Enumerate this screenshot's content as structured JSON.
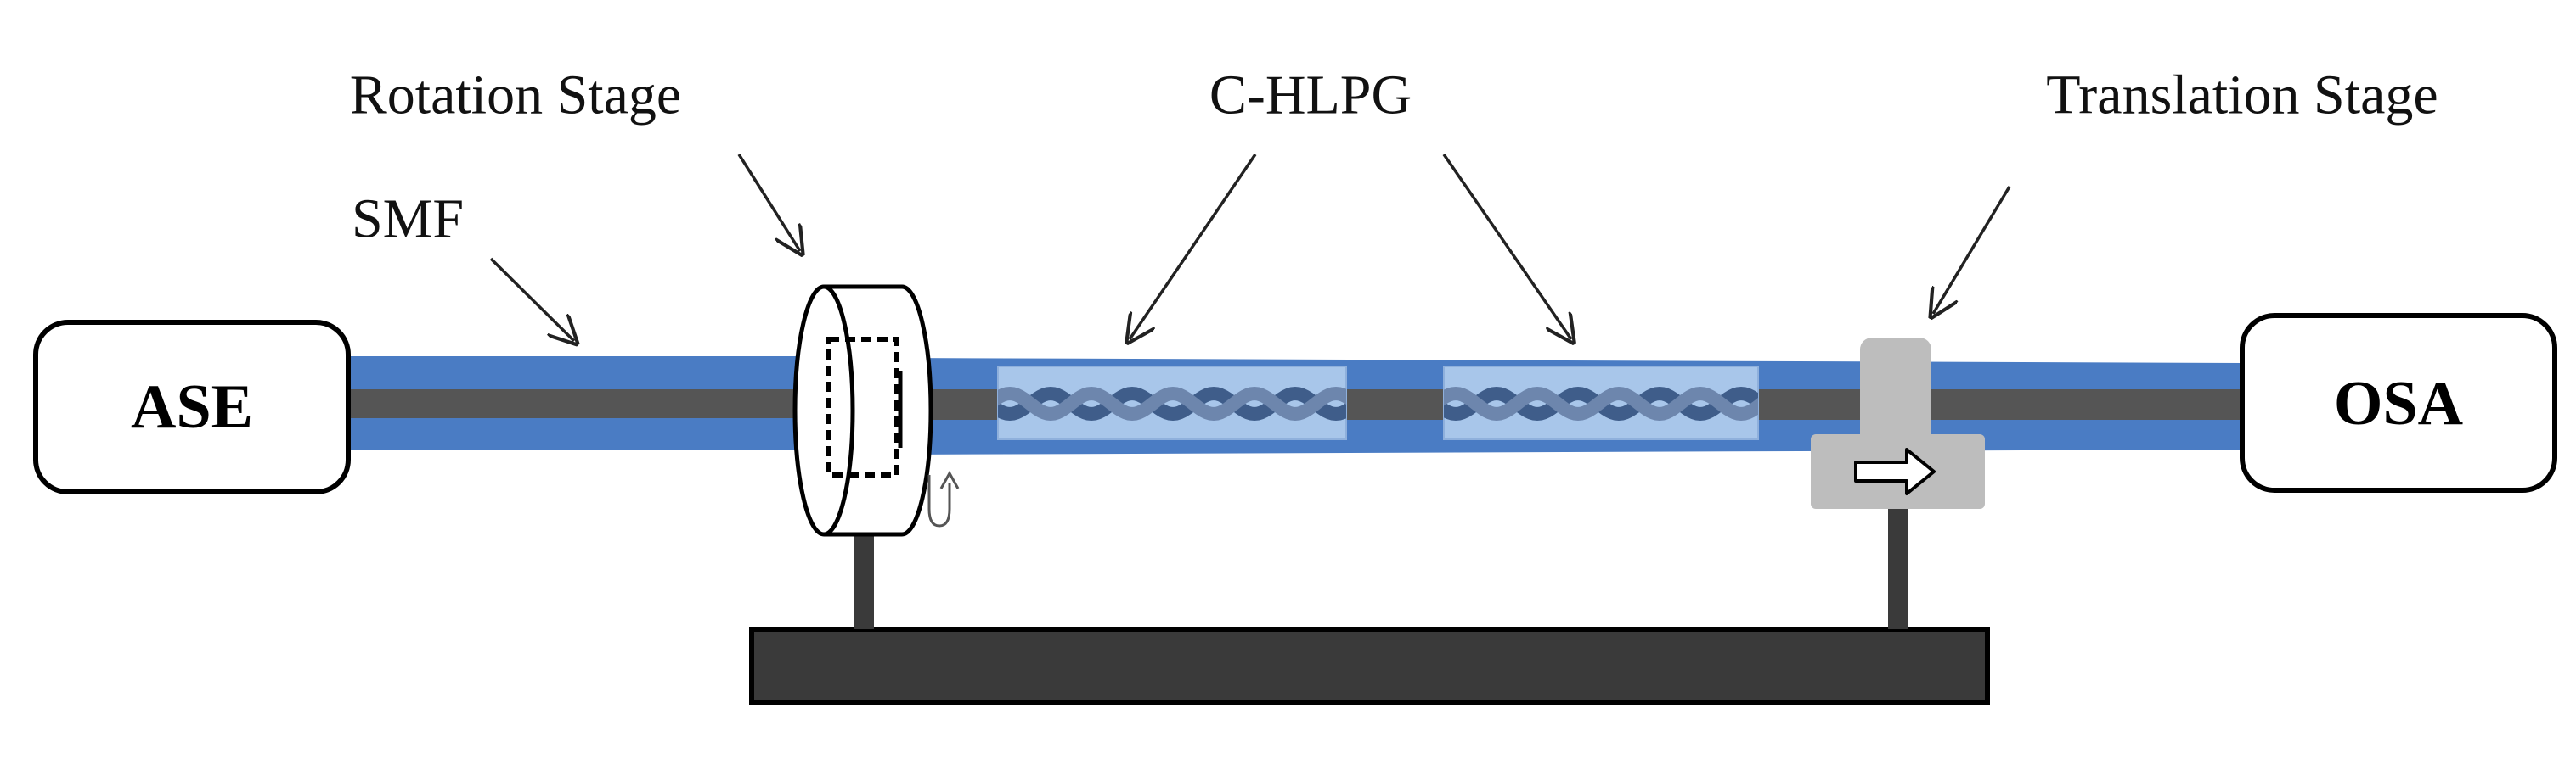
{
  "labels": {
    "rotation_stage": "Rotation Stage",
    "chlpg": "C-HLPG",
    "translation_stage": "Translation Stage",
    "smf": "SMF"
  },
  "devices": {
    "source": "ASE",
    "analyzer": "OSA"
  },
  "colors": {
    "fiber_jacket": "#4a7cc4",
    "fiber_core": "#555555",
    "grating_window": "#a8c6ea",
    "helix": "#3f5d8a",
    "stage": "#bdbdbd",
    "bench": "#3a3a3a",
    "outline": "#000000"
  },
  "icons": {
    "rotation": "rotation-arrow-icon",
    "translation": "translation-arrow-icon"
  }
}
